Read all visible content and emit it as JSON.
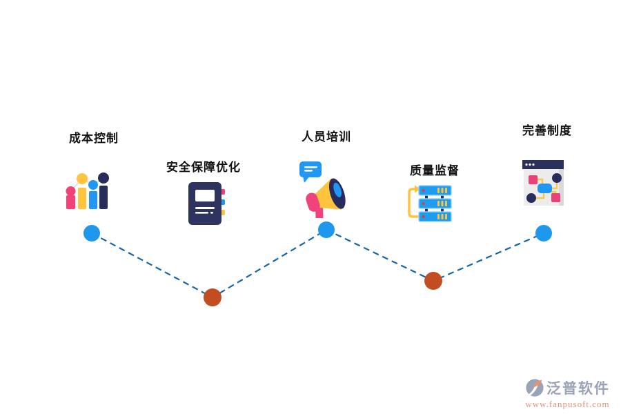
{
  "steps": [
    {
      "label": "成本控制",
      "icon": "bar-chart-icon",
      "node_color": "#1e97ec"
    },
    {
      "label": "安全保障优化",
      "icon": "notebook-icon",
      "node_color": "#c14d21"
    },
    {
      "label": "人员培训",
      "icon": "megaphone-icon",
      "node_color": "#1e97ec"
    },
    {
      "label": "质量监督",
      "icon": "server-stack-icon",
      "node_color": "#c14d21"
    },
    {
      "label": "完善制度",
      "icon": "flowchart-window-icon",
      "node_color": "#1e97ec"
    }
  ],
  "connector": {
    "color": "#1565a8",
    "style": "dashed"
  },
  "palette": {
    "pink": "#f0437b",
    "yellow": "#ffc43d",
    "blue": "#2196f3",
    "navy": "#272c5c",
    "dot_blue": "#1e97ec",
    "dot_orange": "#c14d21",
    "label_text": "#111111"
  },
  "watermark": {
    "brand": "泛普软件",
    "url": "www.fanpusoft.com",
    "brand_color": "#9ba3b7",
    "url_color": "#e0927f"
  }
}
